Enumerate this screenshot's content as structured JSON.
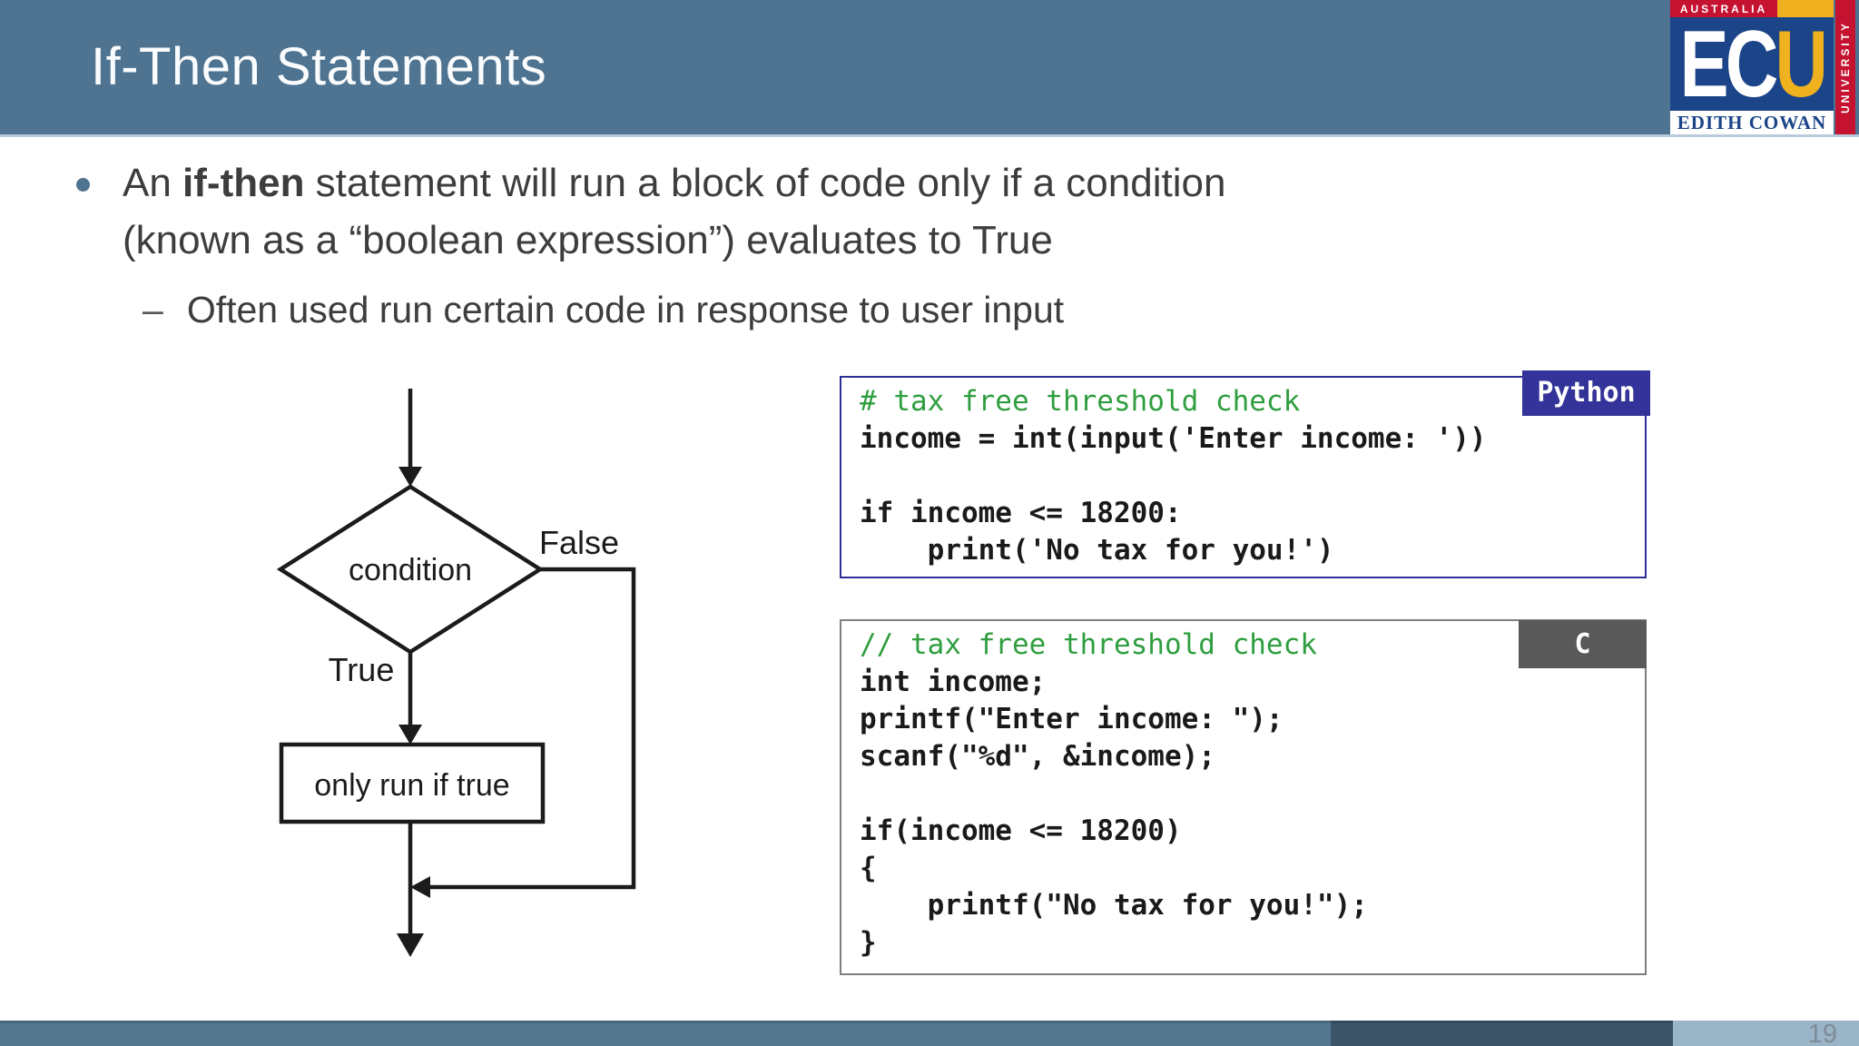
{
  "header": {
    "title": "If-Then Statements"
  },
  "logo": {
    "australia": "AUSTRALIA",
    "ec": "EC",
    "u": "U",
    "edith_cowan": "EDITH COWAN",
    "university": "UNIVERSITY"
  },
  "bullets": {
    "main_pre": "An ",
    "main_bold": "if-then",
    "main_line1_rest": " statement will run a block of code only if a condition",
    "main_line2": "(known as a “boolean expression”) evaluates to True",
    "sub_dash": "–",
    "sub_text": "Often used run certain code in response to user input"
  },
  "flowchart": {
    "condition": "condition",
    "false_label": "False",
    "true_label": "True",
    "process": "only run if true"
  },
  "code_python": {
    "label": "Python",
    "comment": "# tax free threshold check",
    "lines": [
      "income = int(input('Enter income: '))",
      "",
      "if income <= 18200:",
      "    print('No tax for you!')"
    ]
  },
  "code_c": {
    "label": "C",
    "comment": "// tax free threshold check",
    "lines": [
      "int income;",
      "printf(\"Enter income: \");",
      "scanf(\"%d\", &income);",
      "",
      "if(income <= 18200)",
      "{",
      "    printf(\"No tax for you!\");",
      "}"
    ]
  },
  "footer": {
    "page_number": "19"
  },
  "colors": {
    "header_bg": "#4e7492",
    "bullet_dot": "#4e7492",
    "python_label_bg": "#333399",
    "python_border": "#2e2e99",
    "c_label_bg": "#595959",
    "c_border": "#7e7e7e",
    "comment_green": "#2f9e3f",
    "logo_blue": "#1b4489",
    "logo_red": "#c41230",
    "logo_yellow": "#efb11d",
    "footer_mid": "#54788f",
    "footer_dark": "#3c5568",
    "footer_light": "#9ab4c8"
  }
}
